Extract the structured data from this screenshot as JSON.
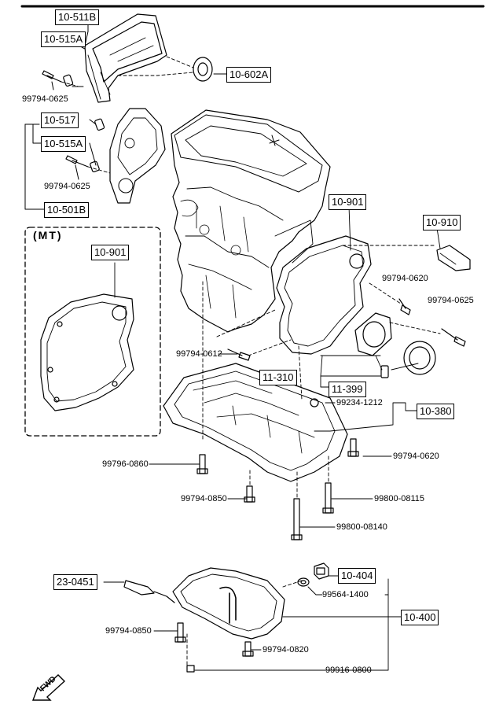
{
  "diagram": {
    "inset_title": "(MT)",
    "fwd_label": "FWD",
    "callouts": {
      "c10_511B": "10-511B",
      "c10_515A_top": "10-515A",
      "c10_602A": "10-602A",
      "c10_517": "10-517",
      "c10_515A_mid": "10-515A",
      "c10_501B": "10-501B",
      "c10_901_mt": "10-901",
      "c10_901": "10-901",
      "c10_910": "10-910",
      "c11_310": "11-310",
      "c11_399": "11-399",
      "c10_380": "10-380",
      "c23_0451": "23-0451",
      "c10_404": "10-404",
      "c10_400": "10-400"
    },
    "part_numbers": {
      "p99794_0625_a": "99794-0625",
      "p99794_0625_b": "99794-0625",
      "p99794_0620_a": "99794-0620",
      "p99794_0625_c": "99794-0625",
      "p99794_0612": "99794-0612",
      "p99234_1212": "99234-1212",
      "p99796_0860": "99796-0860",
      "p99794_0620_b": "99794-0620",
      "p99794_0850_a": "99794-0850",
      "p99800_08115": "99800-08115",
      "p99800_08140": "99800-08140",
      "p99564_1400": "99564-1400",
      "p99794_0850_b": "99794-0850",
      "p99794_0820": "99794-0820",
      "p99916_0800": "99916-0800"
    }
  }
}
